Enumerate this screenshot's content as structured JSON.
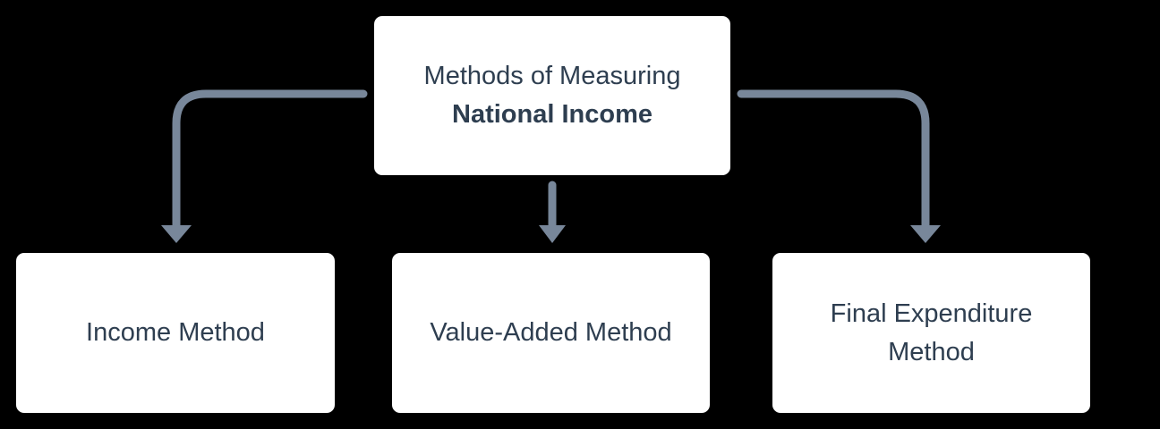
{
  "diagram": {
    "root": {
      "line1": "Methods of Measuring",
      "line2": "National Income"
    },
    "children": [
      {
        "label": "Income Method"
      },
      {
        "label": "Value-Added Method"
      },
      {
        "label": "Final Expenditure Method"
      }
    ]
  },
  "colors": {
    "background": "#000000",
    "box_background": "#ffffff",
    "text": "#2e3e50",
    "arrow": "#78879a"
  }
}
